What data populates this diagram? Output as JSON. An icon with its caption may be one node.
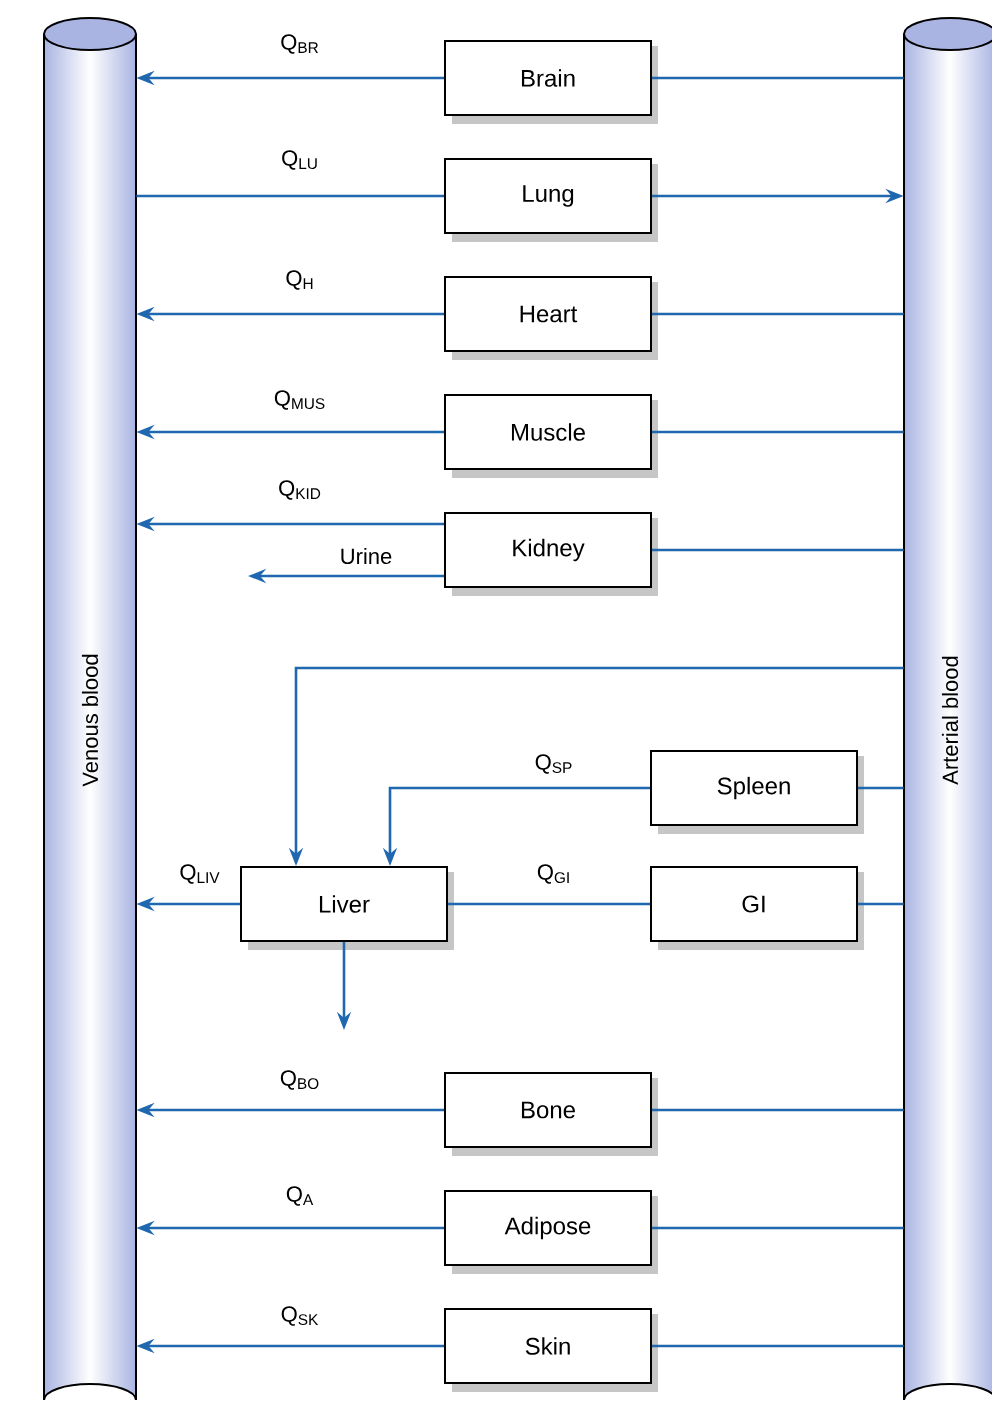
{
  "diagram": {
    "nodes": [
      {
        "text": [
          "Venous blood"
        ]
      },
      {
        "text": [
          "Arterial blood"
        ]
      },
      {
        "text": [
          "Brain"
        ]
      },
      {
        "text": [
          "Lung"
        ]
      },
      {
        "text": [
          "Heart"
        ]
      },
      {
        "text": [
          "Muscle"
        ]
      },
      {
        "text": [
          "Kidney"
        ]
      },
      {
        "text": [
          "Spleen"
        ]
      },
      {
        "text": [
          "Liver"
        ]
      },
      {
        "text": [
          "GI"
        ]
      },
      {
        "text": [
          "Bone"
        ]
      },
      {
        "text": [
          "Adipose"
        ]
      },
      {
        "text": [
          "Skin"
        ]
      }
    ],
    "edges": [
      {
        "from": 2,
        "to": 0,
        "arrow": "to",
        "label": "Q$_{BR}$"
      },
      {
        "from": 1,
        "to": 2,
        "arrow": "none"
      },
      {
        "from": 0,
        "to": 3,
        "arrow": "none",
        "label": "Q$_{LU}$"
      },
      {
        "from": 3,
        "to": 1,
        "arrow": "to"
      },
      {
        "from": 4,
        "to": 0,
        "arrow": "to",
        "label": "Q$_{H}$"
      },
      {
        "from": 1,
        "to": 4,
        "arrow": "none"
      },
      {
        "from": 5,
        "to": 0,
        "arrow": "to",
        "label": "Q$_{MUS}$"
      },
      {
        "from": 1,
        "to": 5,
        "arrow": "none"
      },
      {
        "from": 6,
        "to": 0,
        "arrow": "to",
        "label": "Q$_{KID}$"
      },
      {
        "from": 6,
        "to": null,
        "arrow": "to",
        "label": "Urine"
      },
      {
        "from": 1,
        "to": 6,
        "arrow": "none"
      },
      {
        "from": 1,
        "to": 8,
        "arrow": "to"
      },
      {
        "from": 1,
        "to": 7,
        "arrow": "none"
      },
      {
        "from": 7,
        "to": 8,
        "arrow": "to",
        "label": "Q$_{SP}$"
      },
      {
        "from": 8,
        "to": 0,
        "arrow": "to",
        "label": "Q$_{LIV}$"
      },
      {
        "from": 1,
        "to": 9,
        "arrow": "none"
      },
      {
        "from": 9,
        "to": 8,
        "arrow": "none",
        "label": "Q$_{GI}$"
      },
      {
        "from": 8,
        "to": null,
        "arrow": "to"
      },
      {
        "from": 10,
        "to": 0,
        "arrow": "to",
        "label": "Q$_{BO}$"
      },
      {
        "from": 1,
        "to": 10,
        "arrow": "none"
      },
      {
        "from": 11,
        "to": 0,
        "arrow": "to",
        "label": "Q$_{A}$"
      },
      {
        "from": 1,
        "to": 11,
        "arrow": "none"
      },
      {
        "from": 12,
        "to": 0,
        "arrow": "to",
        "label": "Q$_{SK}$"
      },
      {
        "from": 1,
        "to": 12,
        "arrow": "none"
      }
    ]
  }
}
